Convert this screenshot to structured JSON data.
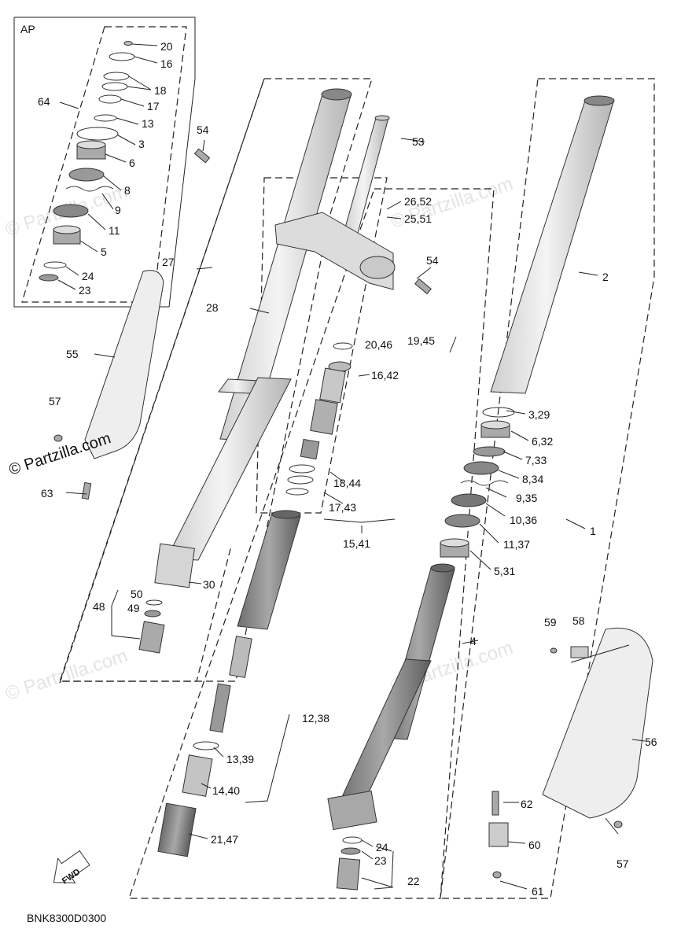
{
  "watermarks": [
    "© Partzilla.com",
    "© Partzilla.com",
    "© Partzilla.com",
    "© Partzilla.com"
  ],
  "brand_watermark": "© Partzilla.com",
  "inset_title": "AP",
  "diagram_code": "BNK8300D0300",
  "fwd_label": "FWD",
  "callouts": [
    "20",
    "16",
    "18",
    "17",
    "13",
    "3",
    "6",
    "8",
    "9",
    "11",
    "5",
    "24",
    "23",
    "64",
    "54",
    "53",
    "26,52",
    "25,51",
    "54",
    "2",
    "27",
    "28",
    "55",
    "20,46",
    "19,45",
    "16,42",
    "3,29",
    "6,32",
    "7,33",
    "8,34",
    "9,35",
    "10,36",
    "11,37",
    "5,31",
    "1",
    "57",
    "18,44",
    "17,43",
    "15,41",
    "63",
    "30",
    "50",
    "49",
    "48",
    "4",
    "59",
    "58",
    "56",
    "12,38",
    "13,39",
    "14,40",
    "62",
    "21,47",
    "60",
    "24",
    "23",
    "22",
    "57",
    "61"
  ],
  "colors": {
    "line": "#222222",
    "part_light": "#e9e9e9",
    "part_mid": "#bdbdbd",
    "part_dark": "#8f8f8f",
    "watermark": "#e4e4e4"
  }
}
